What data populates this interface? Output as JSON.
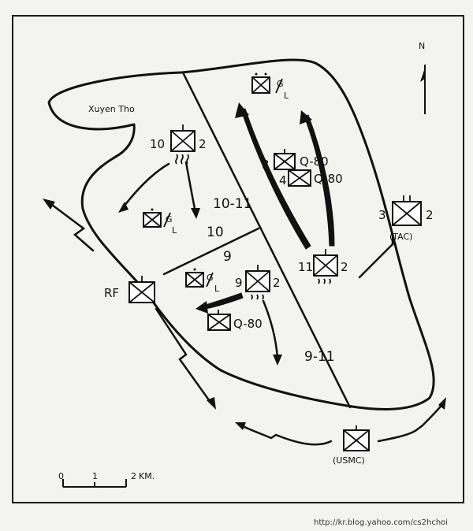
{
  "map": {
    "place_name": "Xuyen Tho",
    "north_label": "N",
    "scale": {
      "ticks": [
        "0",
        "1",
        "2"
      ],
      "unit": "KM."
    },
    "watermark": "http://kr.blog.yahoo.com/cs2hchoi",
    "boundaries": {
      "b1": "10-11",
      "b2a": "10",
      "b2b": "9",
      "b3": "9-11"
    },
    "units": {
      "u1": {
        "left": "10",
        "right": "2"
      },
      "u2": {
        "left": "3",
        "right": "2",
        "sub": "(TAC)"
      },
      "u3": {
        "left": "11",
        "right": "2"
      },
      "u4": {
        "left": "9",
        "right": "2"
      },
      "u5": {
        "left": "3",
        "right": "Q-80"
      },
      "u6": {
        "left": "4",
        "right": "Q-80"
      },
      "u7": {
        "right": "Q-80"
      },
      "rf": {
        "left": "RF"
      },
      "usmc": {
        "sub": "(USMC)"
      },
      "gl1": {
        "top": "G",
        "bottom": "L"
      },
      "gl2": {
        "top": "G",
        "bottom": "L"
      },
      "gl3": {
        "top": "G",
        "bottom": "L"
      }
    }
  }
}
